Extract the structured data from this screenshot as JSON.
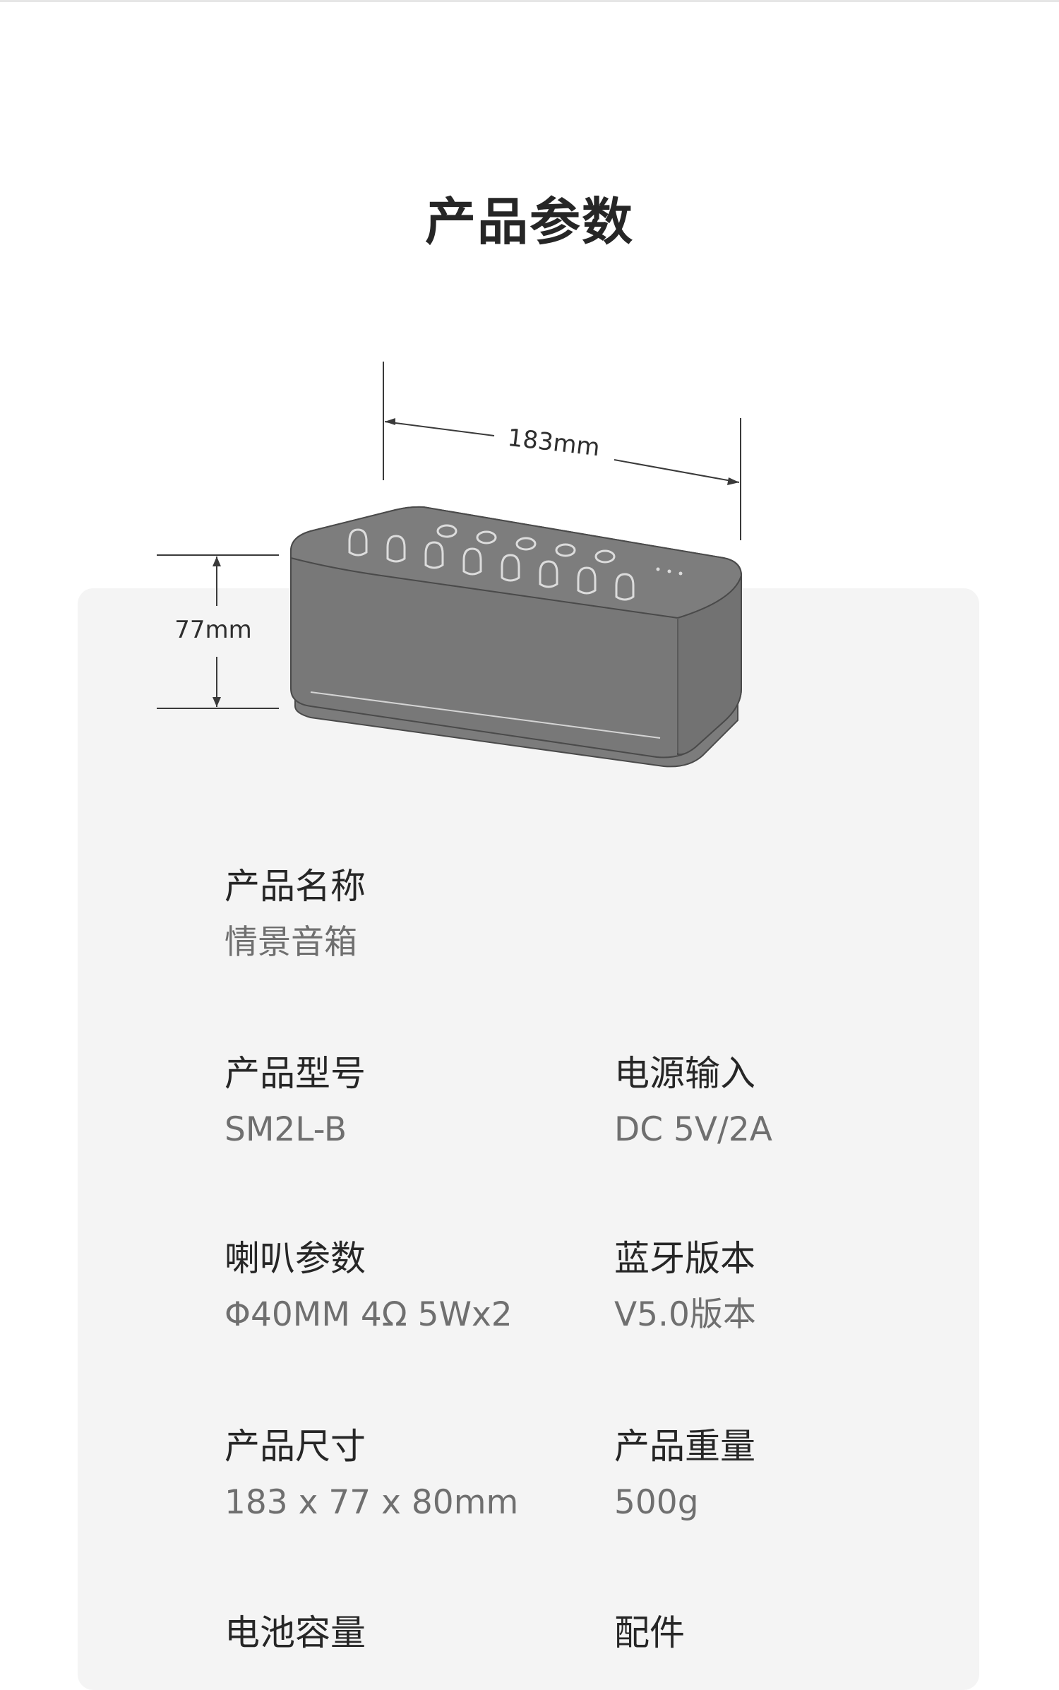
{
  "header": {
    "title": "产品参数"
  },
  "figure": {
    "width_label": "183mm",
    "height_label": "77mm",
    "icon": "speaker-product-illustration"
  },
  "specs": {
    "name": {
      "label": "产品名称",
      "value": "情景音箱"
    },
    "model": {
      "label": "产品型号",
      "value": "SM2L-B"
    },
    "power": {
      "label": "电源输入",
      "value": "DC 5V/2A"
    },
    "speaker": {
      "label": "喇叭参数",
      "value": "Φ40MM 4Ω 5Wx2"
    },
    "bluetooth": {
      "label": "蓝牙版本",
      "value": "V5.0版本"
    },
    "size": {
      "label": "产品尺寸",
      "value": "183 x 77 x 80mm"
    },
    "weight": {
      "label": "产品重量",
      "value": "500g"
    },
    "battery": {
      "label": "电池容量"
    },
    "accessory": {
      "label": "配件"
    }
  },
  "colors": {
    "panel_background": "#f4f4f4",
    "speaker_body": "#777777",
    "label_text": "#262626",
    "value_text": "#6f6f6f"
  }
}
